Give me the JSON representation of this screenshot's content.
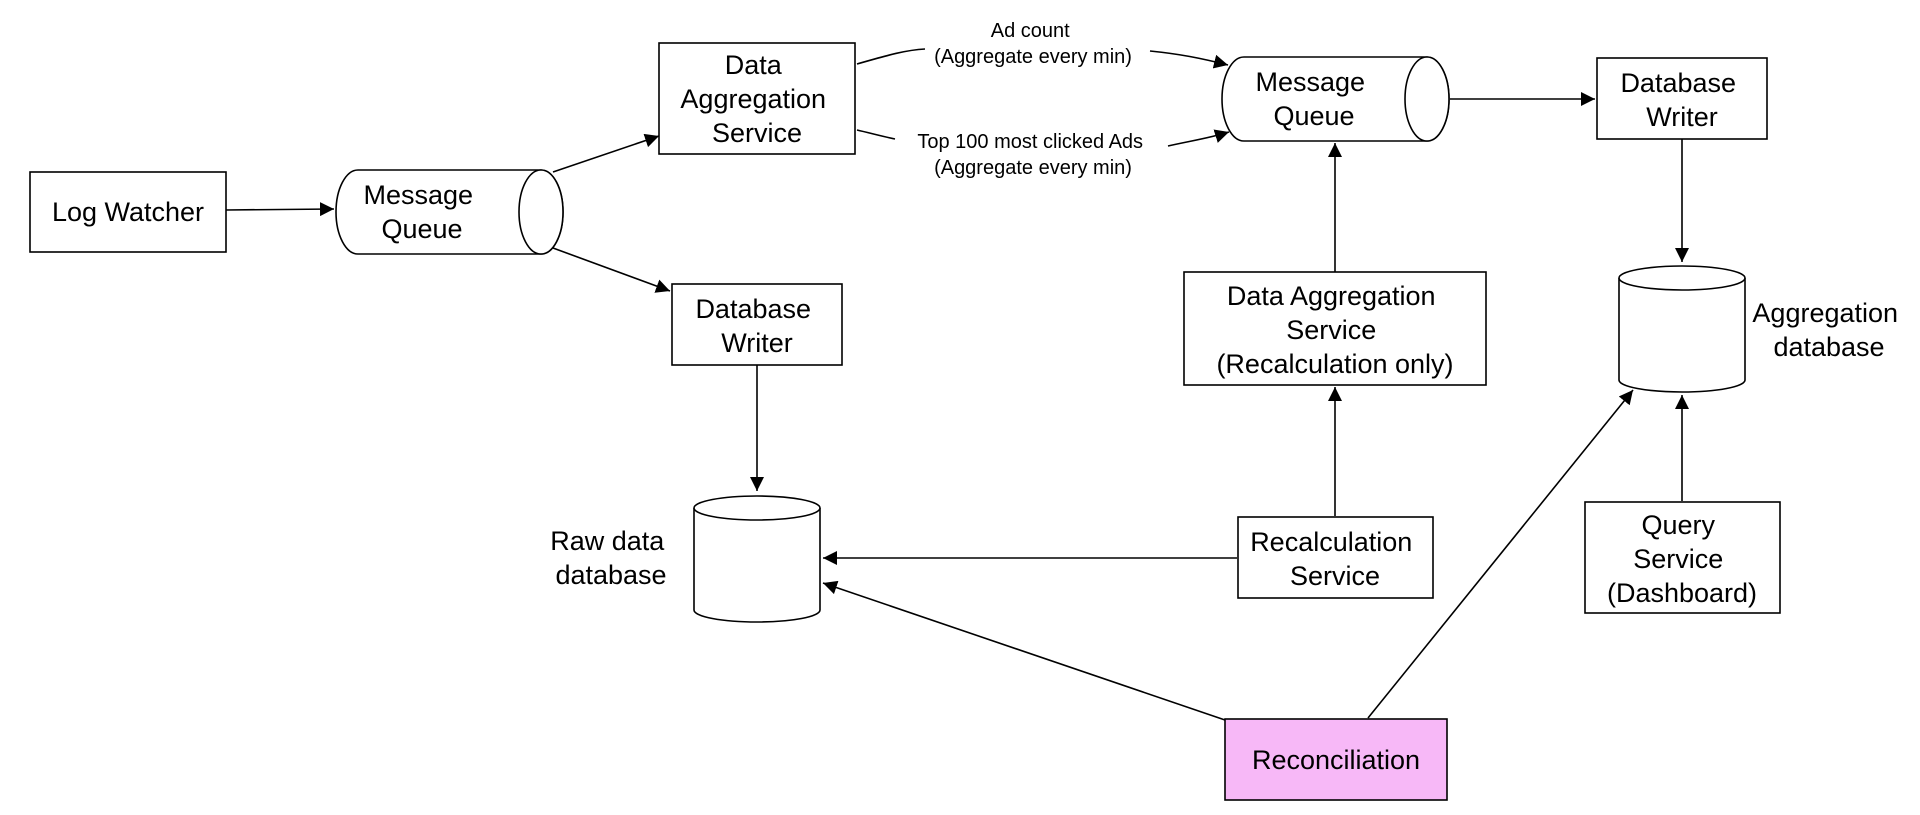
{
  "colors": {
    "stroke": "#000000",
    "background": "#ffffff",
    "highlight_fill": "#f7b8f7"
  },
  "nodes": {
    "log_watcher": {
      "label": [
        "Log Watcher"
      ]
    },
    "message_queue_1": {
      "label": [
        "Message",
        "Queue"
      ]
    },
    "data_aggregation_service": {
      "label": [
        "Data",
        "Aggregation",
        "Service"
      ]
    },
    "database_writer_1": {
      "label": [
        "Database",
        "Writer"
      ]
    },
    "message_queue_2": {
      "label": [
        "Message",
        "Queue"
      ]
    },
    "database_writer_2": {
      "label": [
        "Database",
        "Writer"
      ]
    },
    "data_aggregation_recalc": {
      "label": [
        "Data Aggregation",
        "Service",
        "(Recalculation only)"
      ]
    },
    "raw_data_database": {
      "label": [
        "Raw data",
        "database"
      ]
    },
    "aggregation_database": {
      "label": [
        "Aggregation",
        "database"
      ]
    },
    "recalculation_service": {
      "label": [
        "Recalculation",
        "Service"
      ]
    },
    "query_service": {
      "label": [
        "Query",
        "Service",
        "(Dashboard)"
      ]
    },
    "reconciliation": {
      "label": [
        "Reconciliation"
      ]
    }
  },
  "edges": [
    {
      "from": "log_watcher",
      "to": "message_queue_1"
    },
    {
      "from": "message_queue_1",
      "to": "data_aggregation_service"
    },
    {
      "from": "message_queue_1",
      "to": "database_writer_1"
    },
    {
      "from": "data_aggregation_service",
      "to": "message_queue_2",
      "label": [
        "Ad count",
        "(Aggregate every min)"
      ]
    },
    {
      "from": "data_aggregation_service",
      "to": "message_queue_2",
      "label": [
        "Top 100 most clicked Ads",
        "(Aggregate every min)"
      ]
    },
    {
      "from": "message_queue_2",
      "to": "database_writer_2"
    },
    {
      "from": "database_writer_2",
      "to": "aggregation_database"
    },
    {
      "from": "database_writer_1",
      "to": "raw_data_database"
    },
    {
      "from": "data_aggregation_recalc",
      "to": "message_queue_2"
    },
    {
      "from": "recalculation_service",
      "to": "data_aggregation_recalc"
    },
    {
      "from": "recalculation_service",
      "to": "raw_data_database"
    },
    {
      "from": "reconciliation",
      "to": "raw_data_database"
    },
    {
      "from": "reconciliation",
      "to": "aggregation_database"
    },
    {
      "from": "query_service",
      "to": "aggregation_database"
    }
  ]
}
